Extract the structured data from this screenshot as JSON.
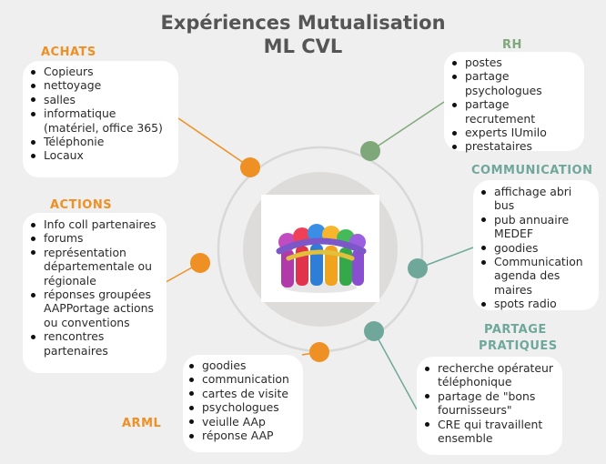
{
  "title_line1": "Expériences Mutualisation",
  "title_line2": "ML CVL",
  "colors": {
    "orange": "#ee9023",
    "green": "#7fa87a",
    "teal": "#6fa89a",
    "background": "#efefef"
  },
  "sections": {
    "achats": {
      "header": "ACHATS",
      "items": [
        "Copieurs",
        "nettoyage",
        "salles",
        "informatique (matériel, office 365)",
        "Téléphonie",
        "Locaux"
      ]
    },
    "actions": {
      "header": "ACTIONS",
      "items": [
        "Info coll partenaires",
        "forums",
        "représentation départementale ou régionale",
        "réponses groupées AAPPortage actions ou conventions",
        "rencontres partenaires"
      ]
    },
    "arml": {
      "header": "ARML",
      "items": [
        "goodies",
        "communication",
        "cartes de visite",
        "psychologues",
        "veiulle AAp",
        "réponse AAP"
      ]
    },
    "rh": {
      "header": "RH",
      "items": [
        "postes",
        "partage psychologues",
        "partage recrutement",
        "experts IUmilo",
        "prestataires"
      ]
    },
    "communication": {
      "header": "COMMUNICATION",
      "items": [
        "affichage abri bus",
        "pub annuaire MEDEF",
        "goodies",
        "Communication agenda des maires",
        "spots radio"
      ]
    },
    "partage": {
      "header_line1": "PARTAGE",
      "header_line2": "PRATIQUES",
      "items": [
        "recherche opérateur téléphonique",
        "partage de \"bons fournisseurs\"",
        "CRE qui travaillent ensemble"
      ]
    }
  },
  "center_image": "colorful-people-circle-figure"
}
